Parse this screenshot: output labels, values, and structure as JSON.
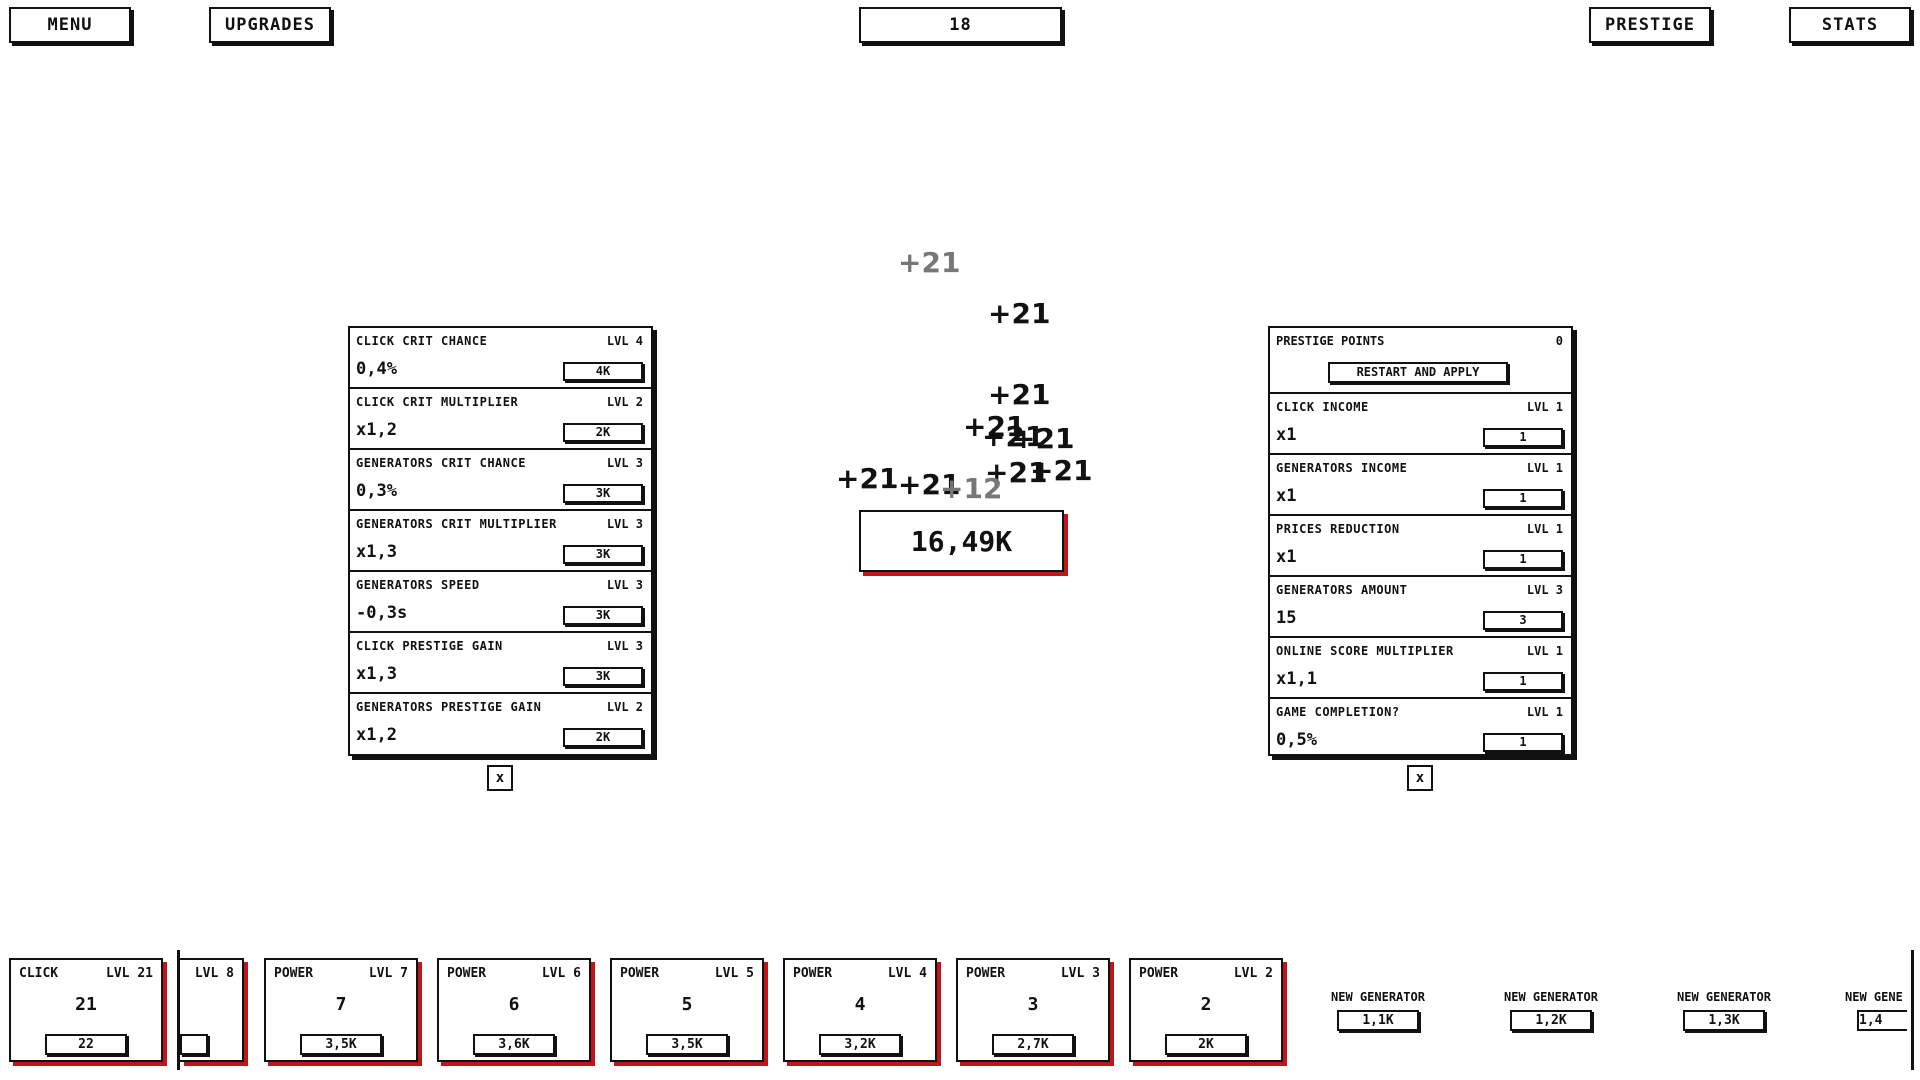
{
  "topbar": {
    "menu": "MENU",
    "upgrades": "UPGRADES",
    "counter": "18",
    "prestige": "PRESTIGE",
    "stats": "STATS"
  },
  "upgrades_panel": {
    "rows": [
      {
        "name": "CLICK CRIT CHANCE",
        "level": "LVL 4",
        "value": "0,4%",
        "price": "4K"
      },
      {
        "name": "CLICK CRIT MULTIPLIER",
        "level": "LVL 2",
        "value": "x1,2",
        "price": "2K"
      },
      {
        "name": "GENERATORS CRIT CHANCE",
        "level": "LVL 3",
        "value": "0,3%",
        "price": "3K"
      },
      {
        "name": "GENERATORS CRIT MULTIPLIER",
        "level": "LVL 3",
        "value": "x1,3",
        "price": "3K"
      },
      {
        "name": "GENERATORS SPEED",
        "level": "LVL 3",
        "value": "-0,3s",
        "price": "3K"
      },
      {
        "name": "CLICK PRESTIGE GAIN",
        "level": "LVL 3",
        "value": "x1,3",
        "price": "3K"
      },
      {
        "name": "GENERATORS PRESTIGE GAIN",
        "level": "LVL 2",
        "value": "x1,2",
        "price": "2K"
      }
    ],
    "close": "x"
  },
  "prestige_panel": {
    "points_label": "PRESTIGE POINTS",
    "points_value": "0",
    "restart": "RESTART AND APPLY",
    "rows": [
      {
        "name": "CLICK INCOME",
        "level": "LVL 1",
        "value": "x1",
        "price": "1"
      },
      {
        "name": "GENERATORS INCOME",
        "level": "LVL 1",
        "value": "x1",
        "price": "1"
      },
      {
        "name": "PRICES REDUCTION",
        "level": "LVL 1",
        "value": "x1",
        "price": "1"
      },
      {
        "name": "GENERATORS AMOUNT",
        "level": "LVL 3",
        "value": "15",
        "price": "3"
      },
      {
        "name": "ONLINE SCORE MULTIPLIER",
        "level": "LVL 1",
        "value": "x1,1",
        "price": "1"
      },
      {
        "name": "GAME COMPLETION?",
        "level": "LVL 1",
        "value": "0,5%",
        "price": "1"
      }
    ],
    "close": "x"
  },
  "score": "16,49K",
  "popups": [
    "+21",
    "+21",
    "+21",
    "+21",
    "+21",
    "+21",
    "+21",
    "+21",
    "+21",
    "+21",
    "+12"
  ],
  "generators": [
    {
      "name": "CLICK",
      "level": "LVL 21",
      "power": "21",
      "price": "22"
    },
    {
      "name": "",
      "level": "LVL 8",
      "power": "",
      "price": ""
    },
    {
      "name": "POWER",
      "level": "LVL 7",
      "power": "7",
      "price": "3,5K"
    },
    {
      "name": "POWER",
      "level": "LVL 6",
      "power": "6",
      "price": "3,6K"
    },
    {
      "name": "POWER",
      "level": "LVL 5",
      "power": "5",
      "price": "3,5K"
    },
    {
      "name": "POWER",
      "level": "LVL 4",
      "power": "4",
      "price": "3,2K"
    },
    {
      "name": "POWER",
      "level": "LVL 3",
      "power": "3",
      "price": "2,7K"
    },
    {
      "name": "POWER",
      "level": "LVL 2",
      "power": "2",
      "price": "2K"
    }
  ],
  "new_generators": [
    {
      "label": "NEW GENERATOR",
      "price": "1,1K"
    },
    {
      "label": "NEW GENERATOR",
      "price": "1,2K"
    },
    {
      "label": "NEW GENERATOR",
      "price": "1,3K"
    },
    {
      "label": "NEW GENE",
      "price": "1,4"
    }
  ]
}
